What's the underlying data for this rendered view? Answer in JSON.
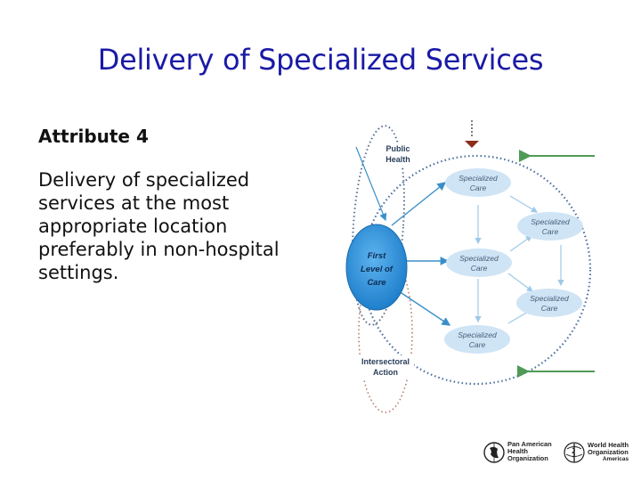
{
  "slide": {
    "title": "Delivery of Specialized Services",
    "heading": "Attribute 4",
    "body_lines": [
      "Delivery of specialized",
      "services at the most",
      "appropriate location",
      "preferably in non-hospital",
      "settings."
    ]
  },
  "diagram": {
    "public_health": [
      "Public",
      "Health"
    ],
    "first_level": [
      "First",
      "Level of",
      "Care"
    ],
    "intersectoral": [
      "Intersectoral",
      "Action"
    ],
    "specialized": [
      "Specialized",
      "Care"
    ]
  },
  "logos": {
    "paho": [
      "Pan American",
      "Health",
      "Organization"
    ],
    "who": [
      "World Health",
      "Organization"
    ],
    "americas": "Americas"
  },
  "colors": {
    "title": "#1a1aa6",
    "first_level_fill": "#2b8fd8",
    "specialized_fill": "#cfe4f5",
    "arrow_blue": "#3a8fc9",
    "arrow_green": "#4f9a57",
    "arrow_brown": "#8b2e1c"
  }
}
